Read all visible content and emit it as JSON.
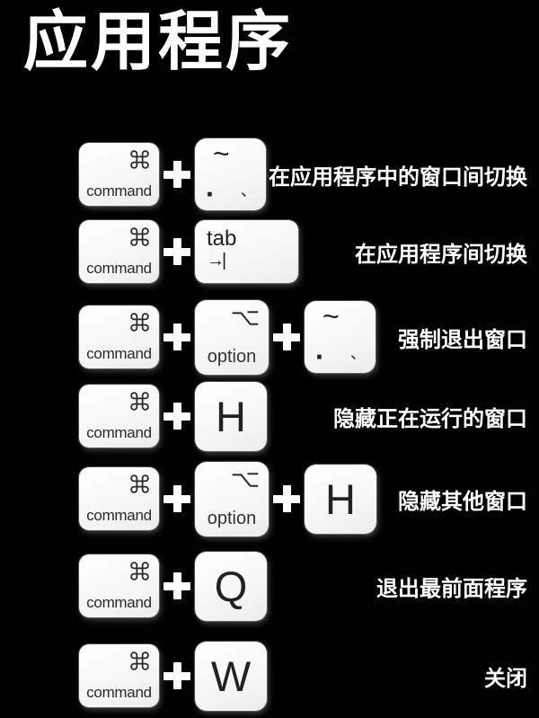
{
  "page": {
    "title": "应用程序"
  },
  "colors": {
    "background": "#000000",
    "key_face": "#f7f7f7",
    "key_text": "#1f1f1f",
    "text": "#ffffff"
  },
  "plus_sign": "+",
  "key_defs": {
    "command": {
      "icon": "command-icon",
      "symbol": "⌘",
      "label": "command"
    },
    "option": {
      "icon": "option-icon",
      "symbol": "⌥",
      "label": "option"
    },
    "tab": {
      "label": "tab",
      "arrow": "→|"
    },
    "tilde": {
      "top": "~",
      "bottom_left": "·",
      "bottom_right": "、"
    }
  },
  "shortcuts": [
    {
      "keys": [
        "command",
        "tilde"
      ],
      "description": "在应用程序中的窗口间切换"
    },
    {
      "keys": [
        "command",
        "tab"
      ],
      "description": "在应用程序间切换"
    },
    {
      "keys": [
        "command",
        "option",
        "tilde"
      ],
      "description": "强制退出窗口"
    },
    {
      "keys": [
        "command",
        {
          "letter": "H"
        }
      ],
      "description": "隐藏正在运行的窗口"
    },
    {
      "keys": [
        "command",
        "option",
        {
          "letter": "H"
        }
      ],
      "description": "隐藏其他窗口"
    },
    {
      "keys": [
        "command",
        {
          "letter": "Q"
        }
      ],
      "description": "退出最前面程序"
    },
    {
      "keys": [
        "command",
        {
          "letter": "W"
        }
      ],
      "description": "关闭"
    }
  ]
}
